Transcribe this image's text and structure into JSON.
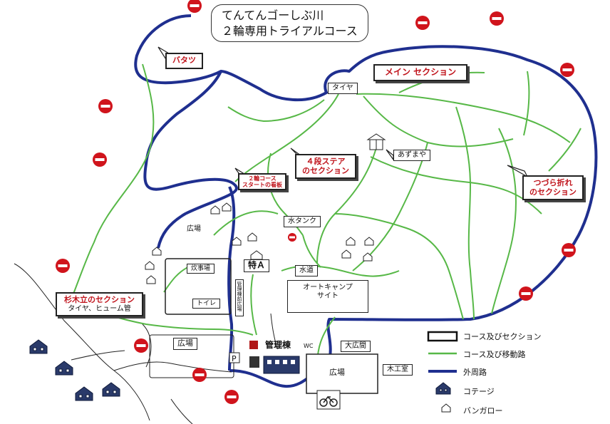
{
  "title": {
    "line1": "てんてんゴーしぶ川",
    "line2": "２輪専用トライアルコース"
  },
  "sections": {
    "batatsu": "バタツ",
    "main": "メイン セクション",
    "four_step_line1": "４段ステア",
    "four_step_line2": "のセクション",
    "tsuzura_line1": "つづら折れ",
    "tsuzura_line2": "のセクション",
    "two_wheel_line1": "２輪コース",
    "two_wheel_line2": "スタートの看板",
    "sugi_line1": "杉木立のセクション",
    "sugi_line2": "タイヤ、ヒューム管"
  },
  "facilities": {
    "taiya": "タイヤ",
    "azumaya": "あずまや",
    "mizu_tank": "水タンク",
    "hiroba_1": "広場",
    "hiroba_2": "広場",
    "hiroba_3": "広場",
    "suiji": "炊事場",
    "toilet": "トイレ",
    "toku_a": "特Ａ",
    "suido": "水道",
    "autocamp_line1": "オートキャンプ",
    "autocamp_line2": "サイト",
    "kanri": "管理棟",
    "wc": "WC",
    "kanri_road": "管理棟前広場",
    "daihiroma": "大広間",
    "kosaku": "木工室"
  },
  "legend": {
    "course_section": "コース及びセクション",
    "course_path": "コース及び移動路",
    "outer_road": "外周路",
    "cottage": "コテージ",
    "bungalow": "バンガロー"
  },
  "colors": {
    "outer_road": "#1f2f8f",
    "course_path": "#57b847",
    "no_entry": "#d0141c",
    "section_text": "#c0141c"
  }
}
